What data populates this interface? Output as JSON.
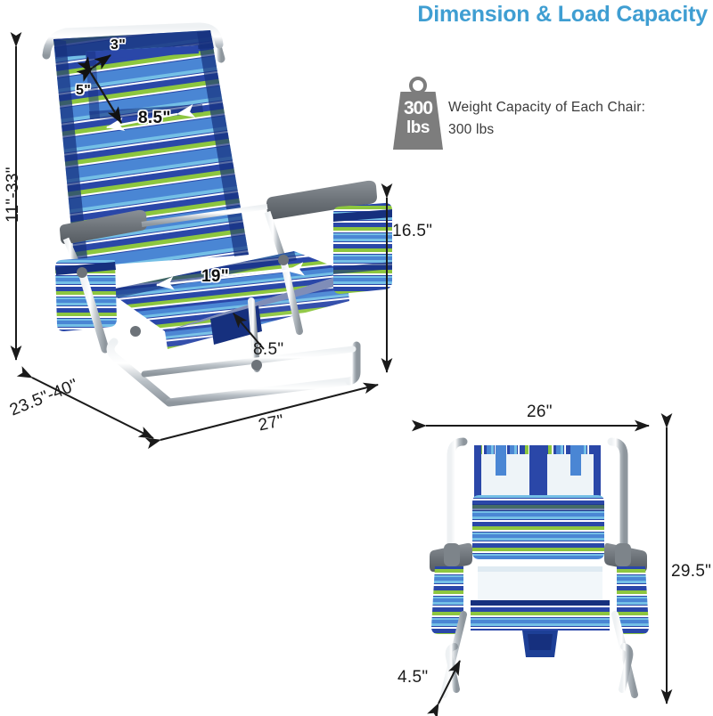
{
  "header": {
    "title": "Dimension & Load Capacity",
    "title_color": "#3f9ed2"
  },
  "capacity": {
    "icon_name": "weight-300lbs-icon",
    "icon_value": "300",
    "icon_unit": "lbs",
    "line1": "Weight Capacity of Each Chair:",
    "line2": "300 lbs",
    "icon_color": "#7d7d7d"
  },
  "main_view": {
    "name": "open-chair-side-view",
    "dimensions": {
      "back_height": "11\"-33\"",
      "depth_diagonal": "23.5\"-40\"",
      "bottom_width": "27\"",
      "armrest_height": "16.5\"",
      "pillow_thickness": "3\"",
      "pillow_height": "5\"",
      "pillow_width": "8.5\"",
      "seat_width": "19\"",
      "seat_height": "8.5\""
    }
  },
  "folded_view": {
    "name": "folded-chair-front-view",
    "dimensions": {
      "width": "26\"",
      "height": "29.5\"",
      "depth": "4.5\""
    }
  },
  "palette": {
    "stripe_navy": "#2a47a8",
    "stripe_blue": "#4a86d4",
    "stripe_sky": "#74bfe6",
    "stripe_green": "#8dc63f",
    "stripe_white": "#ffffff",
    "frame_silver": "#c9ced3",
    "armrest_gray": "#6d7379",
    "dim_line": "#1a1a1a"
  }
}
